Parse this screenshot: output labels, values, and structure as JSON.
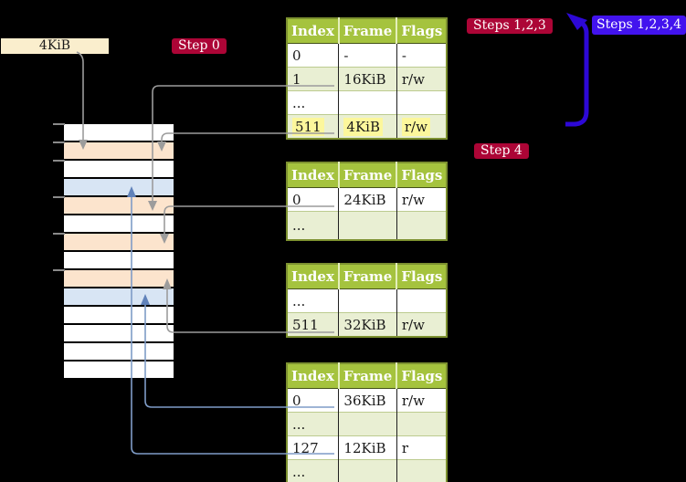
{
  "colors": {
    "background": "#000000",
    "table_header_green": "#a5c33e",
    "table_row_green": "#e9efd3",
    "table_border_olive": "#7d9130",
    "highlight_yellow": "#fcf79c",
    "memory_frame_orange": "#fce4cd",
    "memory_frame_blue": "#d8e5f4",
    "frame_label_cream": "#faeecd",
    "badge_red": "#ac0536",
    "badge_blue": "#4213ee",
    "big_arrow_blue": "#2d08d6",
    "connector_gray": "#9c9c9c",
    "connector_steel_blue": "#7f9cc7"
  },
  "frame_label": "4KiB",
  "badges": {
    "step0": "Step 0",
    "steps123": "Steps 1,2,3",
    "steps1234": "Steps 1,2,3,4",
    "step4": "Step 4"
  },
  "memory": {
    "rows": [
      "white",
      "orange",
      "white",
      "blue",
      "orange",
      "white",
      "orange",
      "white",
      "orange",
      "blue",
      "white",
      "white",
      "white",
      "white"
    ]
  },
  "page_tables": [
    {
      "headers": [
        "Index",
        "Frame",
        "Flags"
      ],
      "rows": [
        {
          "index": "0",
          "frame": "-",
          "flags": "-",
          "shade": "white",
          "highlight": false
        },
        {
          "index": "1",
          "frame": "16KiB",
          "flags": "r/w",
          "shade": "green",
          "highlight": false
        },
        {
          "index": "...",
          "frame": "",
          "flags": "",
          "shade": "white",
          "highlight": false
        },
        {
          "index": "511",
          "frame": "4KiB",
          "flags": "r/w",
          "shade": "green",
          "highlight": true
        }
      ]
    },
    {
      "headers": [
        "Index",
        "Frame",
        "Flags"
      ],
      "rows": [
        {
          "index": "0",
          "frame": "24KiB",
          "flags": "r/w",
          "shade": "white",
          "highlight": false
        },
        {
          "index": "...",
          "frame": "",
          "flags": "",
          "shade": "green",
          "highlight": false
        }
      ]
    },
    {
      "headers": [
        "Index",
        "Frame",
        "Flags"
      ],
      "rows": [
        {
          "index": "...",
          "frame": "",
          "flags": "",
          "shade": "white",
          "highlight": false
        },
        {
          "index": "511",
          "frame": "32KiB",
          "flags": "r/w",
          "shade": "green",
          "highlight": false
        }
      ]
    },
    {
      "headers": [
        "Index",
        "Frame",
        "Flags"
      ],
      "rows": [
        {
          "index": "0",
          "frame": "36KiB",
          "flags": "r/w",
          "shade": "white",
          "highlight": false
        },
        {
          "index": "...",
          "frame": "",
          "flags": "",
          "shade": "green",
          "highlight": false
        },
        {
          "index": "127",
          "frame": "12KiB",
          "flags": "r",
          "shade": "white",
          "highlight": false
        },
        {
          "index": "...",
          "frame": "",
          "flags": "",
          "shade": "green",
          "highlight": false
        }
      ]
    }
  ]
}
